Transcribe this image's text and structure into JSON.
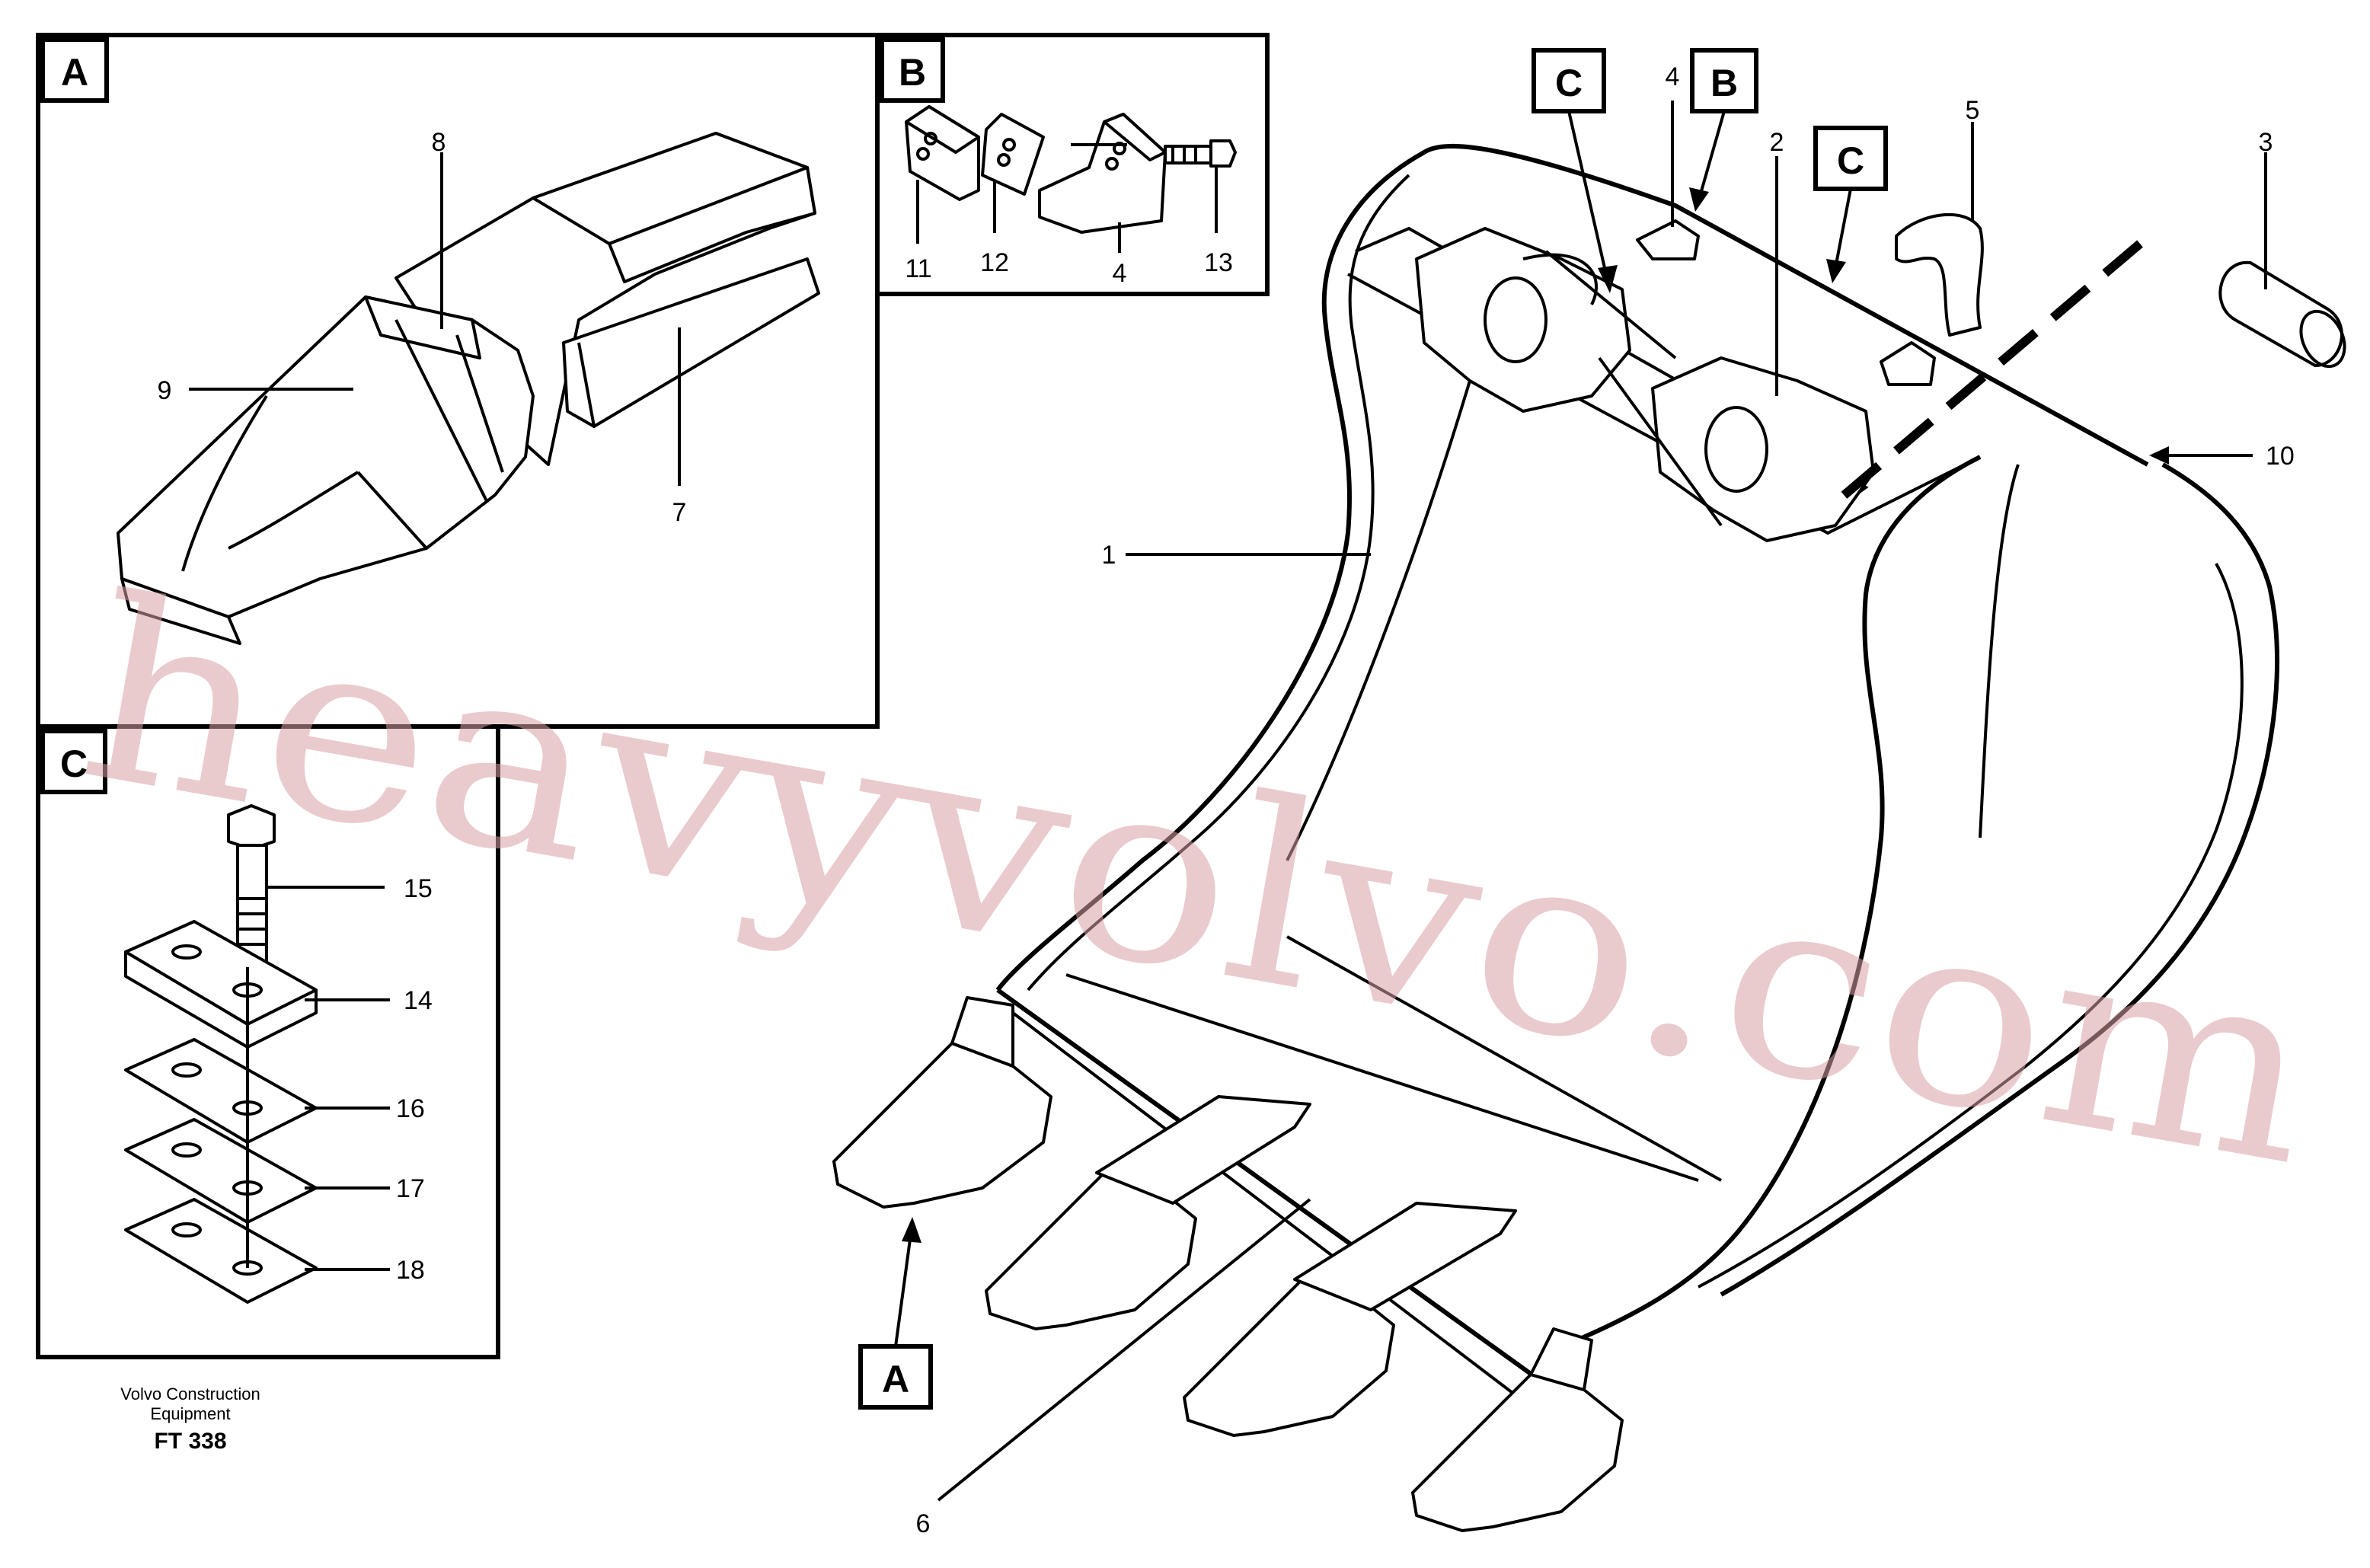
{
  "panels": {
    "a": {
      "label": "A"
    },
    "b": {
      "label": "B"
    },
    "c": {
      "label": "C"
    }
  },
  "callouts": {
    "a_top": "C",
    "b_top": "B",
    "c_mid": "C",
    "a_bottom": "A"
  },
  "part_numbers": {
    "p1": "1",
    "p2": "2",
    "p3": "3",
    "p4_main": "4",
    "p5": "5",
    "p6": "6",
    "p7": "7",
    "p8": "8",
    "p9": "9",
    "p10": "10",
    "p11": "11",
    "p12": "12",
    "p4_b": "4",
    "p13": "13",
    "p15": "15",
    "p14": "14",
    "p16": "16",
    "p17": "17",
    "p18": "18"
  },
  "footer": {
    "line1": "Volvo Construction",
    "line2": "Equipment",
    "code": "FT 338"
  },
  "watermark": "heavyvolvo.com"
}
